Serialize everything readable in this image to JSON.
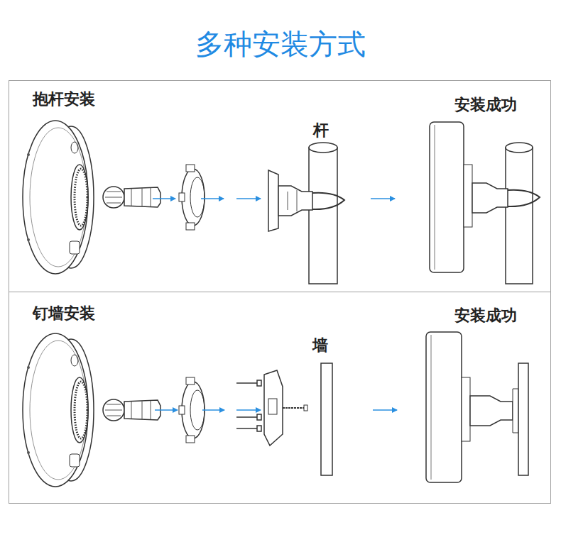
{
  "diagram": {
    "title": "多种安装方式",
    "nodes": [
      {
        "text": [
          "抱杆安装",
          "杆",
          "安装成功"
        ]
      },
      {
        "text": [
          "钉墙安装",
          "墙",
          "安装成功"
        ]
      }
    ]
  }
}
